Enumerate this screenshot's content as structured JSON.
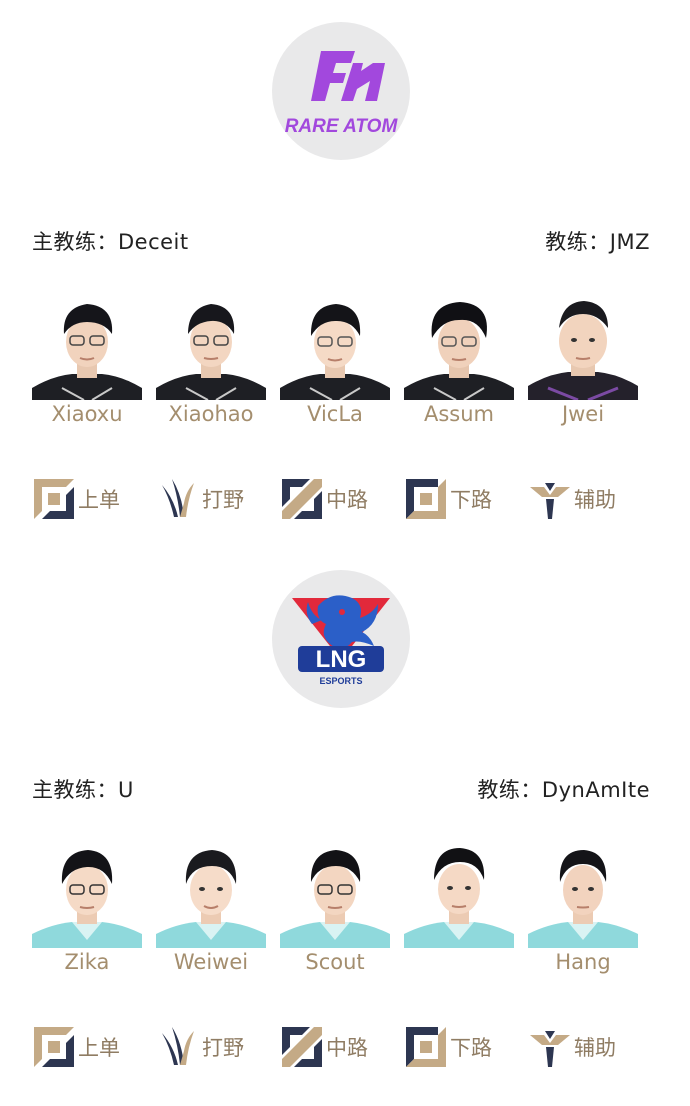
{
  "colors": {
    "name_gold": "#a48e6e",
    "role_icon_gold": "#c4aa86",
    "role_icon_navy": "#2d3651",
    "logo_circle_bg": "#e9e9ea",
    "rare_atom_purple": "#a248dd",
    "lng_blue": "#2b5fc8",
    "lng_red": "#e2293b"
  },
  "teams": [
    {
      "logo": {
        "icon": "rare-atom-logo",
        "wordmark": "RARE ATOM"
      },
      "head_coach": "主教练：Deceit",
      "coach": "教练：JMZ",
      "players": [
        {
          "name": "Xiaoxu"
        },
        {
          "name": "Xiaohao"
        },
        {
          "name": "VicLa"
        },
        {
          "name": "Assum"
        },
        {
          "name": "Jwei"
        }
      ],
      "roles": [
        {
          "icon": "top-lane-icon",
          "label": "上单"
        },
        {
          "icon": "jungle-icon",
          "label": "打野"
        },
        {
          "icon": "mid-lane-icon",
          "label": "中路"
        },
        {
          "icon": "bot-lane-icon",
          "label": "下路"
        },
        {
          "icon": "support-icon",
          "label": "辅助"
        }
      ]
    },
    {
      "logo": {
        "icon": "lng-esports-logo",
        "wordmark": "LNG",
        "sub": "ESPORTS"
      },
      "head_coach": "主教练：U",
      "coach": "教练：DynAmIte",
      "players": [
        {
          "name": "Zika"
        },
        {
          "name": "Weiwei"
        },
        {
          "name": "Scout"
        },
        {
          "name": ""
        },
        {
          "name": "Hang"
        }
      ],
      "roles": [
        {
          "icon": "top-lane-icon",
          "label": "上单"
        },
        {
          "icon": "jungle-icon",
          "label": "打野"
        },
        {
          "icon": "mid-lane-icon",
          "label": "中路"
        },
        {
          "icon": "bot-lane-icon",
          "label": "下路"
        },
        {
          "icon": "support-icon",
          "label": "辅助"
        }
      ]
    }
  ]
}
